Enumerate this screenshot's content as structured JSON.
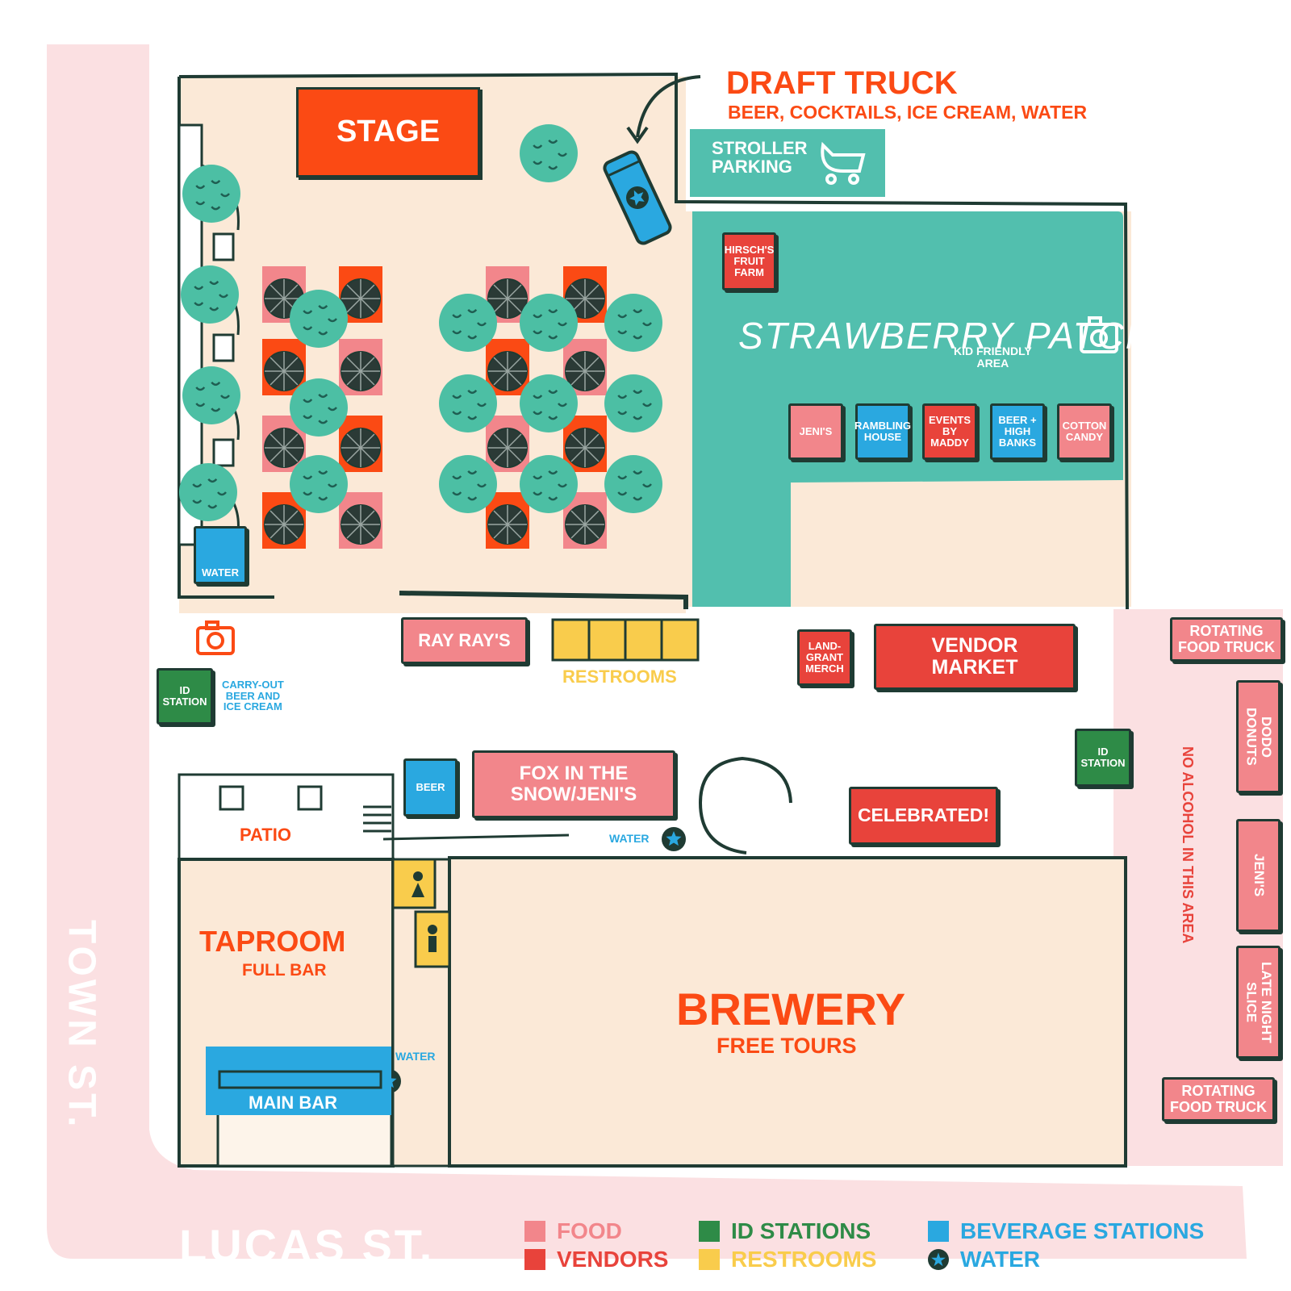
{
  "title": "DRAFT TRUCK",
  "draft_truck": {
    "title": "DRAFT TRUCK",
    "subtitle": "BEER, COCKTAILS, ICE CREAM, WATER"
  },
  "streets": {
    "town": "TOWN ST.",
    "lucas": "LUCAS ST."
  },
  "areas": {
    "stage": "STAGE",
    "stroller": "STROLLER\nPARKING",
    "strawberry": "STRAWBERRY PATCH",
    "kid_area": "KID FRIENDLY\nAREA",
    "patio": "PATIO",
    "taproom": "TAPROOM",
    "taproom_sub": "FULL BAR",
    "brewery": "BREWERY",
    "brewery_sub": "FREE TOURS",
    "main_bar": "MAIN BAR",
    "restrooms": "RESTROOMS",
    "carry_out": "CARRY-OUT\nBEER AND\nICE CREAM",
    "no_alcohol": "NO ALCOHOL IN THIS AREA"
  },
  "stalls": {
    "hirschs": "HIRSCH'S\nFRUIT\nFARM",
    "jenis_patch": "JENI'S",
    "rambling": "RAMBLING\nHOUSE",
    "events": "EVENTS\nBY\nMADDY",
    "beer_high": "BEER +\nHIGH\nBANKS",
    "cotton": "COTTON\nCANDY",
    "ray_rays": "RAY RAY'S",
    "land_grant": "LAND-\nGRANT\nMERCH",
    "vendor_market": "VENDOR\nMARKET",
    "id_station_left": "ID\nSTATION",
    "id_station_right": "ID\nSTATION",
    "beer": "BEER",
    "fox": "FOX IN THE\nSNOW/JENI'S",
    "celebrated": "CELEBRATED!",
    "rotating_top": "ROTATING\nFOOD TRUCK",
    "rotating_bottom": "ROTATING\nFOOD TRUCK",
    "dodo": "DODO\nDONUTS",
    "jenis_right": "JENI'S",
    "late_night": "LATE NIGHT\nSLICE",
    "water_left": "WATER",
    "water_mid": "WATER",
    "water_bar": "WATER"
  },
  "legend": [
    {
      "label": "FOOD",
      "color": "#f2868b",
      "text_color": "#f2868b",
      "kind": "square"
    },
    {
      "label": "VENDORS",
      "color": "#e8433b",
      "text_color": "#e8433b",
      "kind": "square"
    },
    {
      "label": "ID STATIONS",
      "color": "#2e8b47",
      "text_color": "#2e8b47",
      "kind": "square"
    },
    {
      "label": "RESTROOMS",
      "color": "#f9cc4c",
      "text_color": "#f9cc4c",
      "kind": "square"
    },
    {
      "label": "BEVERAGE STATIONS",
      "color": "#2aa8e0",
      "text_color": "#2aa8e0",
      "kind": "square"
    },
    {
      "label": "WATER",
      "color": "#2aa8e0",
      "text_color": "#2aa8e0",
      "kind": "star"
    }
  ],
  "colors": {
    "street": "#fbe0e2",
    "venue": "#fbe9d7",
    "teal": "#52bfae",
    "orange": "#fb4a14",
    "dark": "#1f3b33"
  }
}
